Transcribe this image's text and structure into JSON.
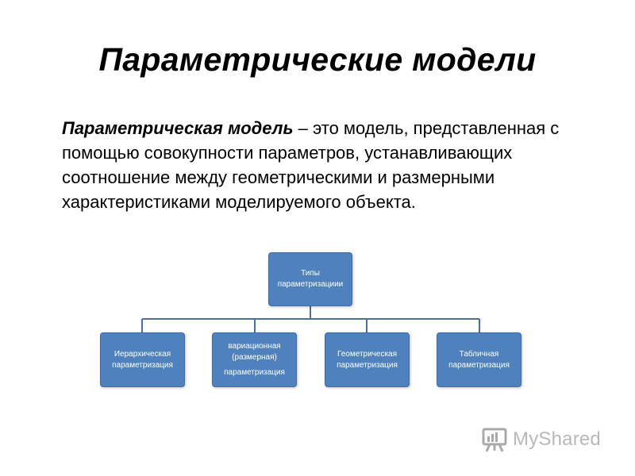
{
  "slide": {
    "title": "Параметрические модели",
    "definition": {
      "term": "Параметрическая модель",
      "text": " – это модель, представленная с помощью совокупности параметров, устанавливающих соотношение между геометрическими и размерными характеристиками моделируемого объекта."
    }
  },
  "diagram": {
    "root": {
      "line1": "Типы",
      "line2": "параметризациии"
    },
    "children": [
      {
        "line1": "Иерархическая",
        "line2": "параметризация"
      },
      {
        "line1": "вариационная",
        "line2": "(размерная)",
        "line3": "параметризация"
      },
      {
        "line1": "Геометрическая",
        "line2": "параметризация"
      },
      {
        "line1": "Табличная",
        "line2": "параметризация"
      }
    ]
  },
  "watermark": {
    "text": "MyShared",
    "icon": "presentation-board-icon"
  },
  "colors": {
    "box_fill": "#4f81bd",
    "connector": "#4a6fa0",
    "watermark": "#b8b8b8"
  }
}
